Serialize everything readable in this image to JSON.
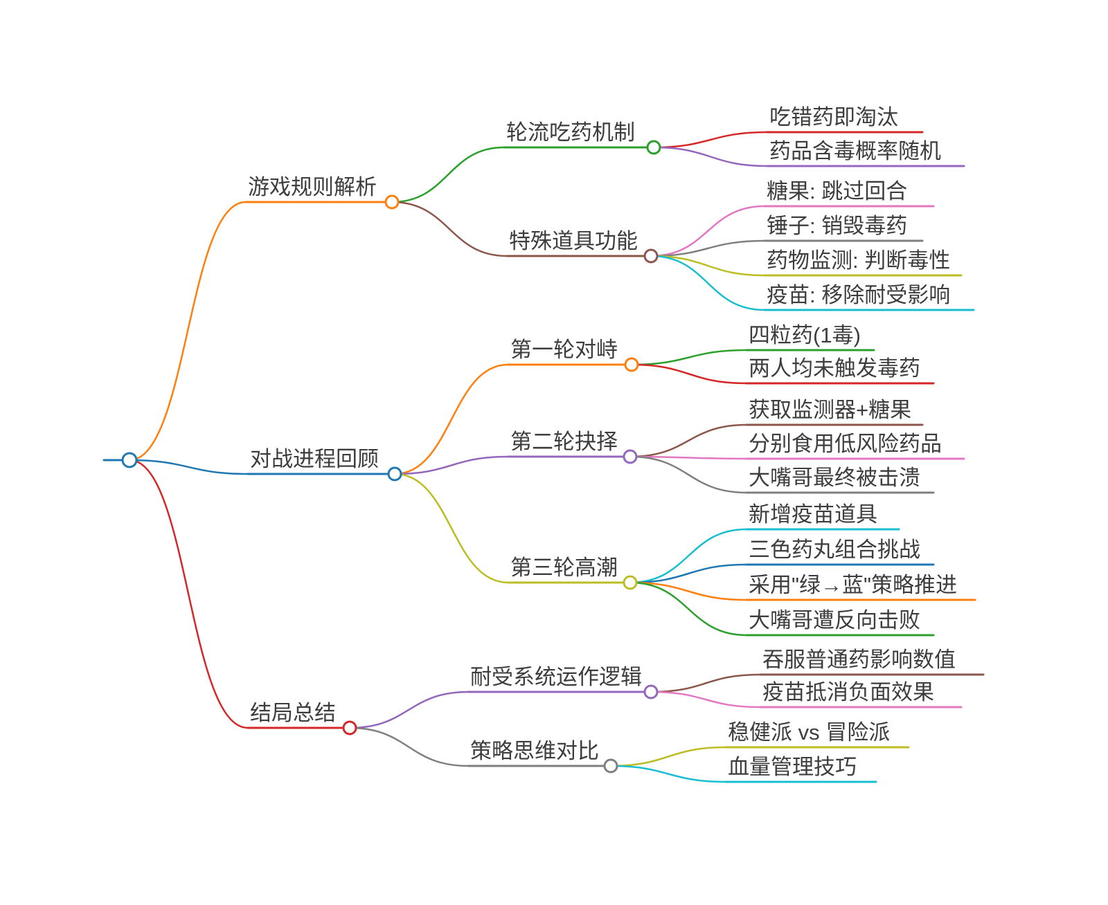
{
  "palette": {
    "blue": "#1f77b4",
    "orange": "#ff7f0e",
    "green": "#2ca02c",
    "red": "#d62728",
    "purple": "#9467bd",
    "brown": "#8c564b",
    "pink": "#e377c2",
    "gray": "#7f7f7f",
    "olive": "#bcbd22",
    "cyan": "#17becf",
    "text": "#3d3d3d",
    "background": "#ffffff"
  },
  "map": {
    "root": {
      "label": "",
      "color": "#1f77b4"
    },
    "branches": [
      {
        "label": "游戏规则解析",
        "color": "#ff7f0e",
        "children": [
          {
            "label": "轮流吃药机制",
            "color": "#2ca02c",
            "children": [
              {
                "label": "吃错药即淘汰",
                "color": "#d62728"
              },
              {
                "label": "药品含毒概率随机",
                "color": "#9467bd"
              }
            ]
          },
          {
            "label": "特殊道具功能",
            "color": "#8c564b",
            "children": [
              {
                "label": "糖果: 跳过回合",
                "color": "#e377c2"
              },
              {
                "label": "锤子: 销毁毒药",
                "color": "#7f7f7f"
              },
              {
                "label": "药物监测: 判断毒性",
                "color": "#bcbd22"
              },
              {
                "label": "疫苗: 移除耐受影响",
                "color": "#17becf"
              }
            ]
          }
        ]
      },
      {
        "label": "对战进程回顾",
        "color": "#1f77b4",
        "children": [
          {
            "label": "第一轮对峙",
            "color": "#ff7f0e",
            "children": [
              {
                "label": "四粒药(1毒)",
                "color": "#2ca02c"
              },
              {
                "label": "两人均未触发毒药",
                "color": "#d62728"
              }
            ]
          },
          {
            "label": "第二轮抉择",
            "color": "#9467bd",
            "children": [
              {
                "label": "获取监测器+糖果",
                "color": "#8c564b"
              },
              {
                "label": "分别食用低风险药品",
                "color": "#e377c2"
              },
              {
                "label": "大嘴哥最终被击溃",
                "color": "#7f7f7f"
              }
            ]
          },
          {
            "label": "第三轮高潮",
            "color": "#bcbd22",
            "children": [
              {
                "label": "新增疫苗道具",
                "color": "#17becf"
              },
              {
                "label": "三色药丸组合挑战",
                "color": "#1f77b4"
              },
              {
                "label": "采用\"绿→蓝\"策略推进",
                "color": "#ff7f0e"
              },
              {
                "label": "大嘴哥遭反向击败",
                "color": "#2ca02c"
              }
            ]
          }
        ]
      },
      {
        "label": "结局总结",
        "color": "#d62728",
        "children": [
          {
            "label": "耐受系统运作逻辑",
            "color": "#9467bd",
            "children": [
              {
                "label": "吞服普通药影响数值",
                "color": "#8c564b"
              },
              {
                "label": "疫苗抵消负面效果",
                "color": "#e377c2"
              }
            ]
          },
          {
            "label": "策略思维对比",
            "color": "#7f7f7f",
            "children": [
              {
                "label": "稳健派 vs 冒险派",
                "color": "#bcbd22"
              },
              {
                "label": "血量管理技巧",
                "color": "#17becf"
              }
            ]
          }
        ]
      }
    ]
  }
}
